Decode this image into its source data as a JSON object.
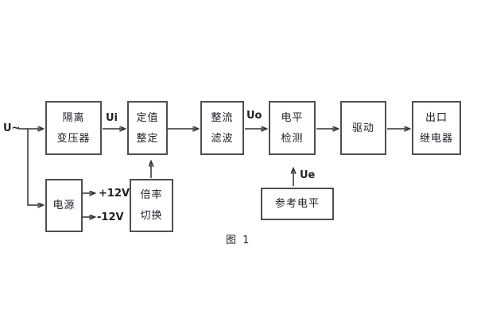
{
  "figure": {
    "caption": "图 1",
    "source_label": "U~",
    "signals": {
      "ui": "Ui",
      "uo": "Uo",
      "ue": "Ue"
    },
    "power_rails": {
      "positive": "+12V",
      "negative": "-12V"
    },
    "blocks": {
      "isolation_transformer": {
        "lines": [
          "隔离",
          "变压器"
        ]
      },
      "setting_adjustment": {
        "lines": [
          "定值",
          "整定"
        ]
      },
      "rectifier_filter": {
        "lines": [
          "整流",
          "滤波"
        ]
      },
      "level_detection": {
        "lines": [
          "电平",
          "检测"
        ]
      },
      "drive": {
        "label": "驱动"
      },
      "output_relay": {
        "lines": [
          "出口",
          "继电器"
        ]
      },
      "power_supply": {
        "label": "电源"
      },
      "ratio_switching": {
        "lines": [
          "倍率",
          "切换"
        ]
      },
      "reference_level": {
        "label": "参考电平"
      }
    },
    "connections": [
      {
        "from": "U~",
        "to": "隔离变压器",
        "label": ""
      },
      {
        "from": "U~",
        "to": "电源",
        "label": ""
      },
      {
        "from": "隔离变压器",
        "to": "定值整定",
        "label": "Ui"
      },
      {
        "from": "定值整定",
        "to": "整流滤波",
        "label": ""
      },
      {
        "from": "整流滤波",
        "to": "电平检测",
        "label": "Uo"
      },
      {
        "from": "电平检测",
        "to": "驱动",
        "label": ""
      },
      {
        "from": "驱动",
        "to": "出口继电器",
        "label": ""
      },
      {
        "from": "电源",
        "to": "+12V",
        "label": ""
      },
      {
        "from": "电源",
        "to": "-12V",
        "label": ""
      },
      {
        "from": "倍率切换",
        "to": "定值整定",
        "label": ""
      },
      {
        "from": "参考电平",
        "to": "电平检测",
        "label": "Ue"
      }
    ],
    "colors": {
      "background": "#ffffff",
      "box_border": "#4f4f4f",
      "wire": "#333333",
      "text": "#20202a"
    }
  }
}
